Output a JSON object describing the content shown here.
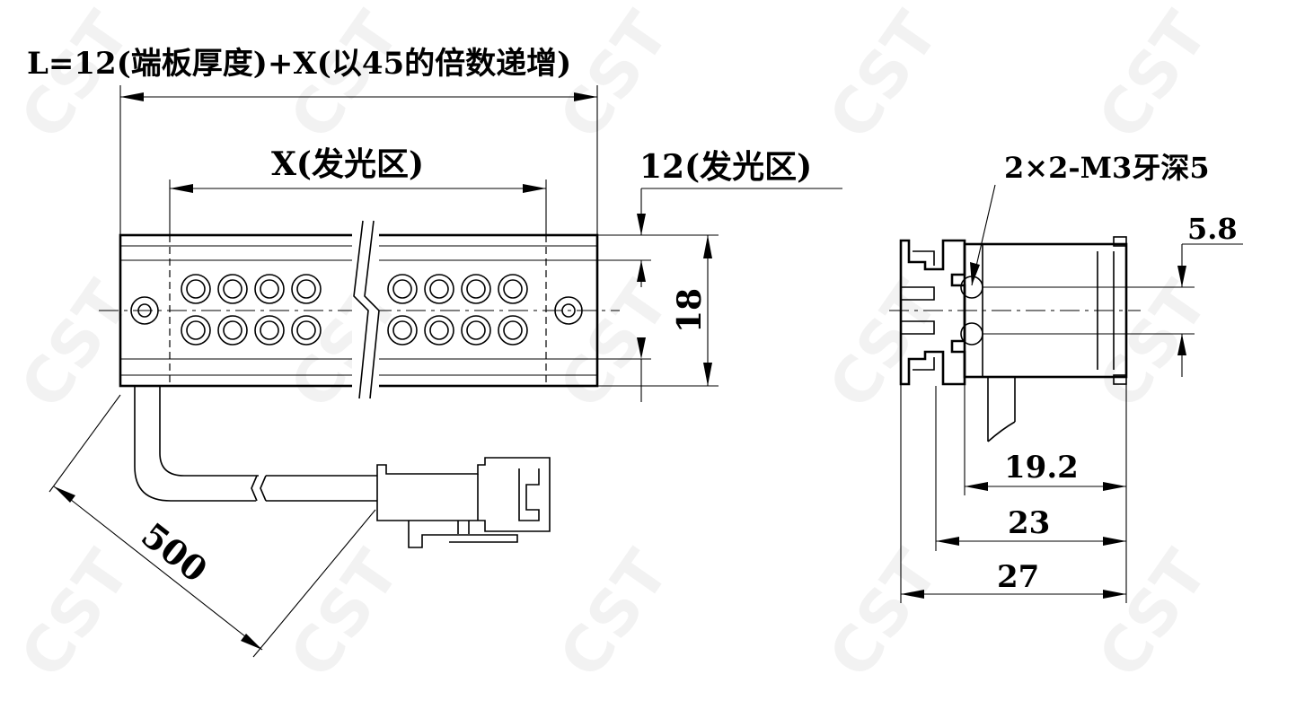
{
  "labels": {
    "overall_length": "L=12(端板厚度)+X(以45的倍数递增)",
    "emitting_x": "X(发光区)",
    "emitting_12": "12(发光区)",
    "height_18": "18",
    "cable_500": "500",
    "thread": "2×2-M3牙深5",
    "dim_5_8": "5.8",
    "dim_19_2": "19.2",
    "dim_23": "23",
    "dim_27": "27"
  },
  "watermark": {
    "text": "CST",
    "color": "#d9d9d9"
  }
}
